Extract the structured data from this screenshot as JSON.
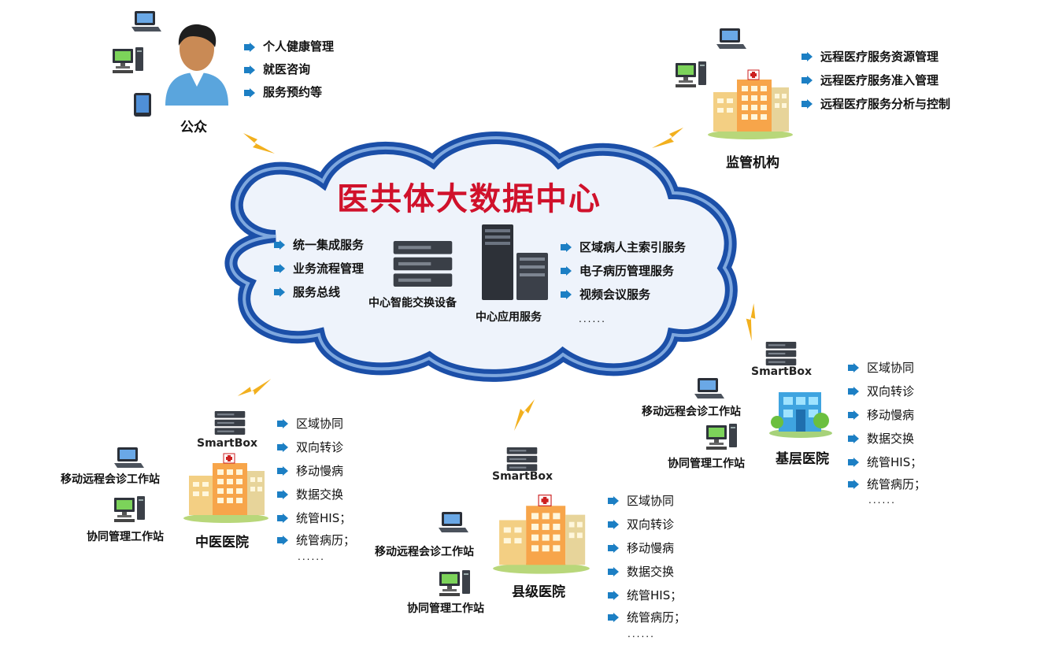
{
  "title": "医共体大数据中心",
  "public": {
    "label": "公众",
    "items": [
      "个人健康管理",
      "就医咨询",
      "服务预约等"
    ]
  },
  "regulator": {
    "label": "监管机构",
    "items": [
      "远程医疗服务资源管理",
      "远程医疗服务准入管理",
      "远程医疗服务分析与控制"
    ]
  },
  "center": {
    "left_items": [
      "统一集成服务",
      "业务流程管理",
      "服务总线"
    ],
    "right_items": [
      "区域病人主索引服务",
      "电子病历管理服务",
      "视频会议服务"
    ],
    "right_more": "......",
    "exchange_label": "中心智能交换设备",
    "app_label": "中心应用服务"
  },
  "hospitals": [
    {
      "label": "中医医院",
      "smartbox": "SmartBox",
      "consult": "移动远程会诊工作站",
      "collab": "协同管理工作站",
      "items": [
        "区域协同",
        "双向转诊",
        "移动慢病",
        "数据交换",
        "统管HIS；",
        "统管病历；"
      ],
      "more": "......"
    },
    {
      "label": "县级医院",
      "smartbox": "SmartBox",
      "consult": "移动远程会诊工作站",
      "collab": "协同管理工作站",
      "items": [
        "区域协同",
        "双向转诊",
        "移动慢病",
        "数据交换",
        "统管HIS；",
        "统管病历；"
      ],
      "more": "......"
    },
    {
      "label": "基层医院",
      "smartbox": "SmartBox",
      "consult": "移动远程会诊工作站",
      "collab": "协同管理工作站",
      "items": [
        "区域协同",
        "双向转诊",
        "移动慢病",
        "数据交换",
        "统管HIS；",
        "统管病历；"
      ],
      "more": "......"
    }
  ],
  "colors": {
    "cloud_border": "#1b4fa8",
    "title_red": "#d0112b",
    "arrow_blue": "#1c7fc4",
    "bolt": "#f2b01e"
  }
}
